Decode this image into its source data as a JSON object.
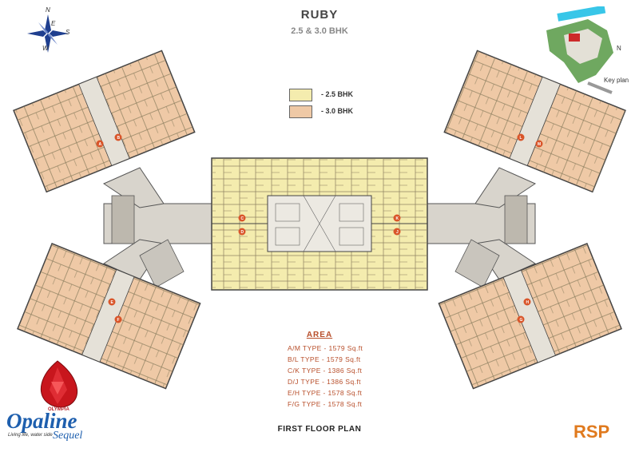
{
  "header": {
    "title": "RUBY",
    "subtitle": "2.5 & 3.0 BHK"
  },
  "legend": [
    {
      "label": "- 2.5 BHK",
      "color": "#f4ecae"
    },
    {
      "label": "- 3.0 BHK",
      "color": "#efc9a6"
    }
  ],
  "area": {
    "heading": "AREA",
    "rows": [
      "A/M TYPE - 1579 Sq.ft",
      "B/L TYPE - 1579 Sq.ft",
      "C/K TYPE - 1386 Sq.ft",
      "D/J TYPE - 1386 Sq.ft",
      "E/H TYPE - 1578 Sq.ft",
      "F/G TYPE - 1578 Sq.ft"
    ]
  },
  "plan_label": "FIRST FLOOR PLAN",
  "key_plan": {
    "label": "Key plan",
    "north": "N"
  },
  "compass": {
    "n": "N",
    "s": "S",
    "e": "E",
    "w": "W"
  },
  "brand": {
    "logo_small": "OLYMPIA",
    "logo_main": "Opaline",
    "logo_sub": "Sequel",
    "tagline": "Living life, water side",
    "rsp": "RSP"
  },
  "units": {
    "a": "A",
    "b": "B",
    "c": "C",
    "d": "D",
    "e": "E",
    "f": "F",
    "g": "G",
    "h": "H",
    "j": "J",
    "k": "K",
    "l": "L",
    "m": "M"
  },
  "colors": {
    "wing_25": "#f4ecae",
    "wing_30": "#efc9a6",
    "corridor": "#d8d4cc",
    "accent": "#b84e2a",
    "rsp": "#e07a1e"
  }
}
